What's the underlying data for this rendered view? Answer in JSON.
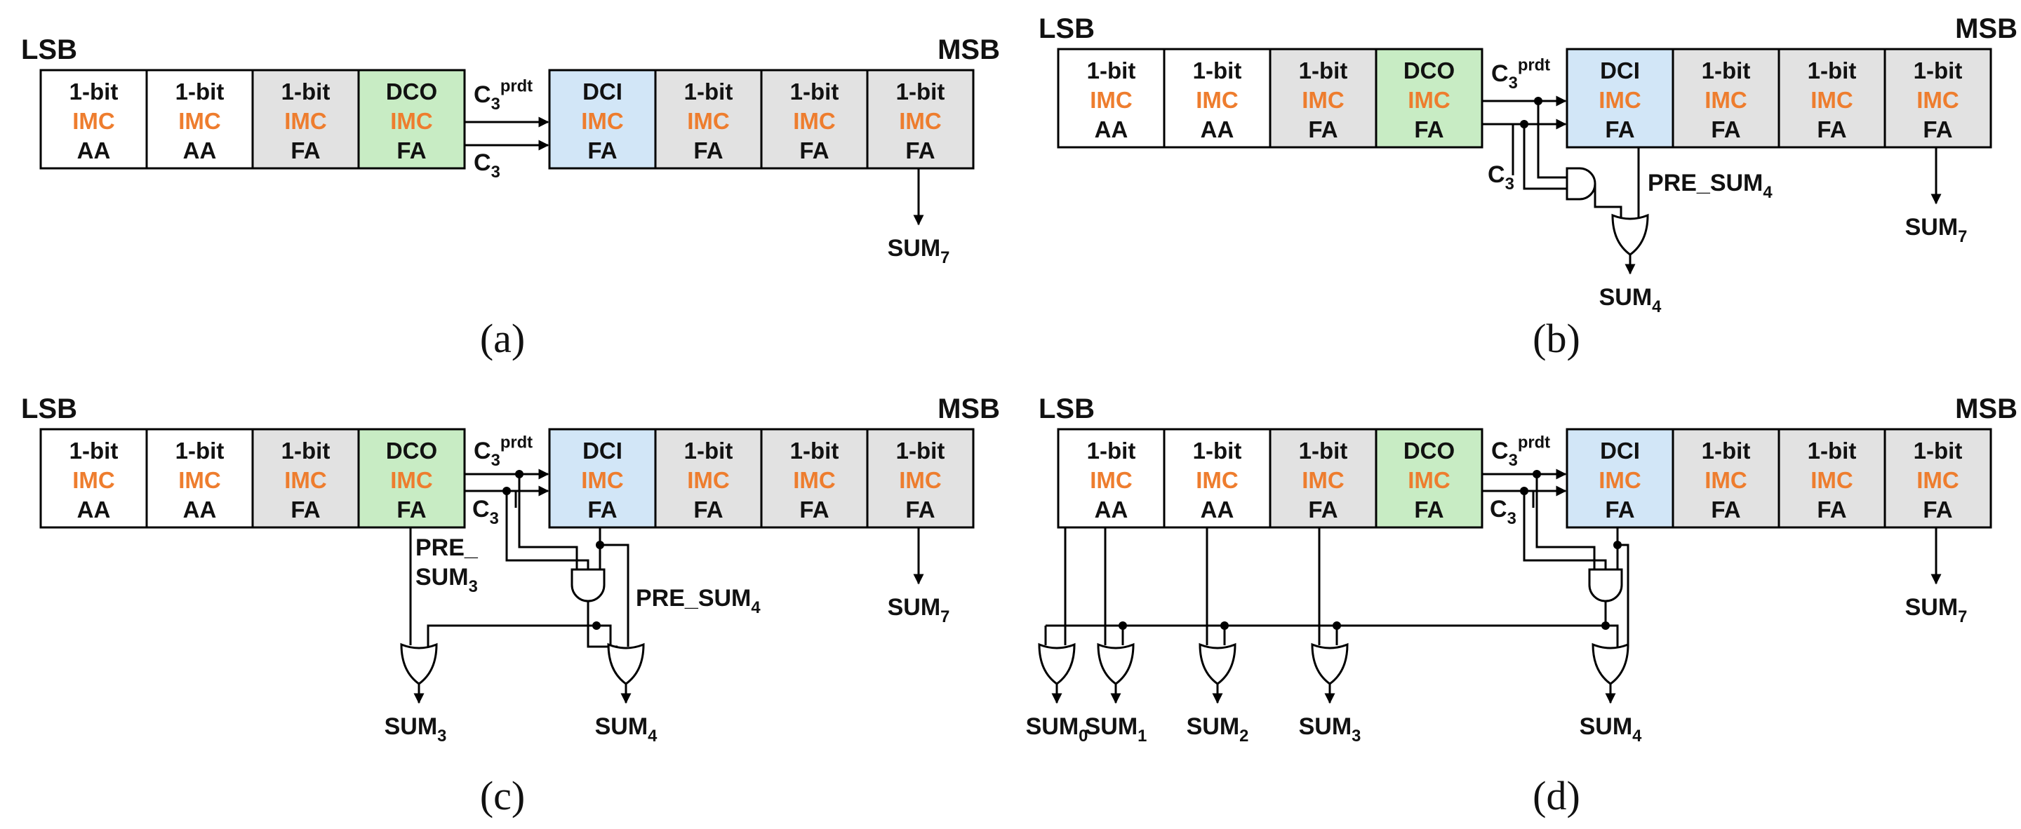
{
  "diagram": {
    "lsb_label": "LSB",
    "msb_label": "MSB",
    "imc_text": "IMC",
    "colors": {
      "aa": "#ffffff",
      "fa": "#e2e2e2",
      "dco": "#c8ecc4",
      "dci": "#d2e6f7",
      "imc_text": "#ee7d2e"
    },
    "cells": [
      {
        "top": "1-bit",
        "bottom": "AA",
        "kind": "aa"
      },
      {
        "top": "1-bit",
        "bottom": "AA",
        "kind": "aa"
      },
      {
        "top": "1-bit",
        "bottom": "FA",
        "kind": "fa"
      },
      {
        "top": "DCO",
        "bottom": "FA",
        "kind": "dco"
      },
      {
        "top": "DCI",
        "bottom": "FA",
        "kind": "dci"
      },
      {
        "top": "1-bit",
        "bottom": "FA",
        "kind": "fa"
      },
      {
        "top": "1-bit",
        "bottom": "FA",
        "kind": "fa"
      },
      {
        "top": "1-bit",
        "bottom": "FA",
        "kind": "fa"
      }
    ],
    "signals": {
      "c3_prdt": {
        "base": "C",
        "sub": "3",
        "sup": "prdt"
      },
      "c3": {
        "base": "C",
        "sub": "3"
      },
      "sum0": {
        "base": "SUM",
        "sub": "0"
      },
      "sum1": {
        "base": "SUM",
        "sub": "1"
      },
      "sum2": {
        "base": "SUM",
        "sub": "2"
      },
      "sum3": {
        "base": "SUM",
        "sub": "3"
      },
      "sum4": {
        "base": "SUM",
        "sub": "4"
      },
      "sum7": {
        "base": "SUM",
        "sub": "7"
      },
      "pre_sum4": {
        "base": "PRE_SUM",
        "sub": "4"
      },
      "pre_sum3_line1": "PRE_",
      "pre_sum3_line2": {
        "base": "SUM",
        "sub": "3"
      }
    },
    "captions": {
      "a": "(a)",
      "b": "(b)",
      "c": "(c)",
      "d": "(d)"
    }
  }
}
